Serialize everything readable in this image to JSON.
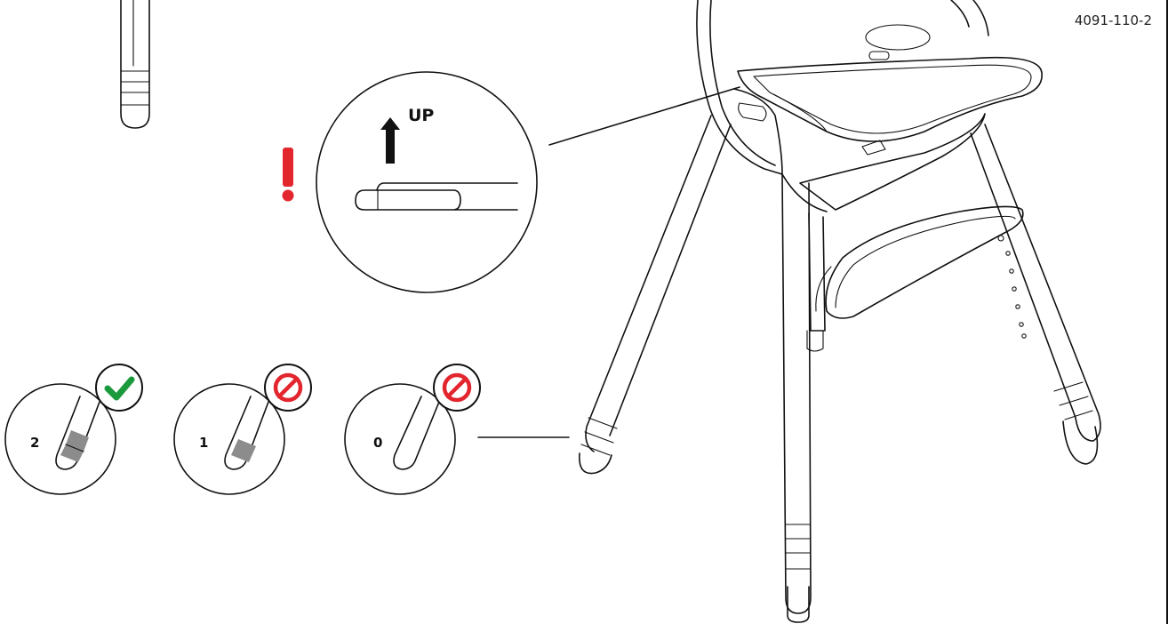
{
  "document_code": "4091-110-2",
  "callout": {
    "direction_label": "UP",
    "warning_symbol": "!"
  },
  "insert_depth_markers": [
    {
      "label": "2",
      "status": "correct",
      "badge_icon": "checkmark-icon",
      "bands": 2
    },
    {
      "label": "1",
      "status": "incorrect",
      "badge_icon": "prohibited-icon",
      "bands": 1
    },
    {
      "label": "0",
      "status": "incorrect",
      "badge_icon": "prohibited-icon",
      "bands": 0
    }
  ],
  "colors": {
    "line": "#111111",
    "check_green": "#1a9a3c",
    "warning_red": "#e3262e",
    "band_gray": "#8c8c8c"
  }
}
